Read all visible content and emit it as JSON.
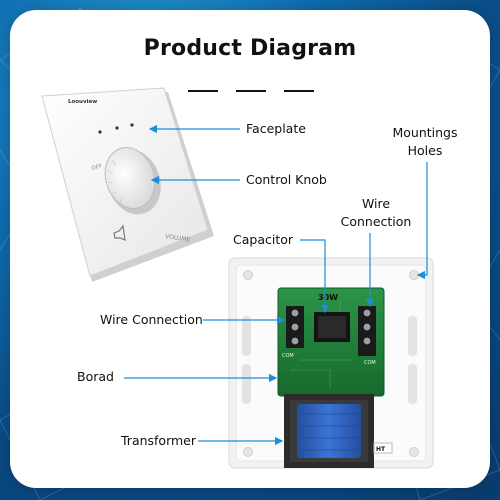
{
  "diagram": {
    "title": "Product Diagram",
    "labels": {
      "faceplate": "Faceplate",
      "control_knob": "Control Knob",
      "mounting_holes_line1": "Mountings",
      "mounting_holes_line2": "Holes",
      "wire_connection_top_line1": "Wire",
      "wire_connection_top_line2": "Connection",
      "capacitor": "Capacitor",
      "wire_connection_left": "Wire Connection",
      "borad": "Borad",
      "transformer": "Transformer"
    },
    "device_text": {
      "brand": "Loouview",
      "off": "OFF",
      "volume": "VOLUME",
      "rating": "30W",
      "terminal_left": "COM",
      "terminal_right": "COM",
      "transformer_tag": "HT"
    },
    "colors": {
      "arrow": "#1c8fd6",
      "pcb": "#1e7f3a",
      "transformer_coil": "#2f63c4"
    }
  }
}
